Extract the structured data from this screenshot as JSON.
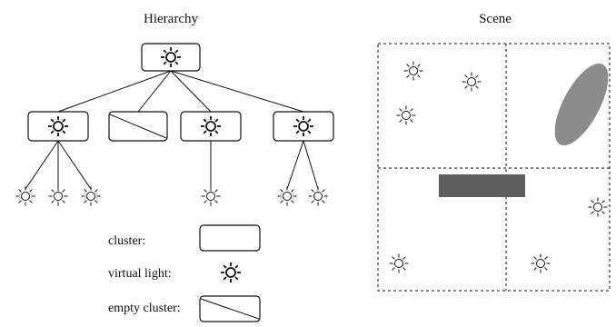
{
  "titles": {
    "hierarchy": "Hierarchy",
    "scene": "Scene"
  },
  "legend": {
    "cluster": "cluster:",
    "virtual_light": "virtual light:",
    "empty_cluster": "empty cluster:"
  },
  "icons": {
    "light": "sun-icon",
    "virtual_light": "bold-sun-icon"
  },
  "colors": {
    "stroke": "#111111",
    "ellipse": "#8c8c8c",
    "bar": "#5e5e5e"
  }
}
